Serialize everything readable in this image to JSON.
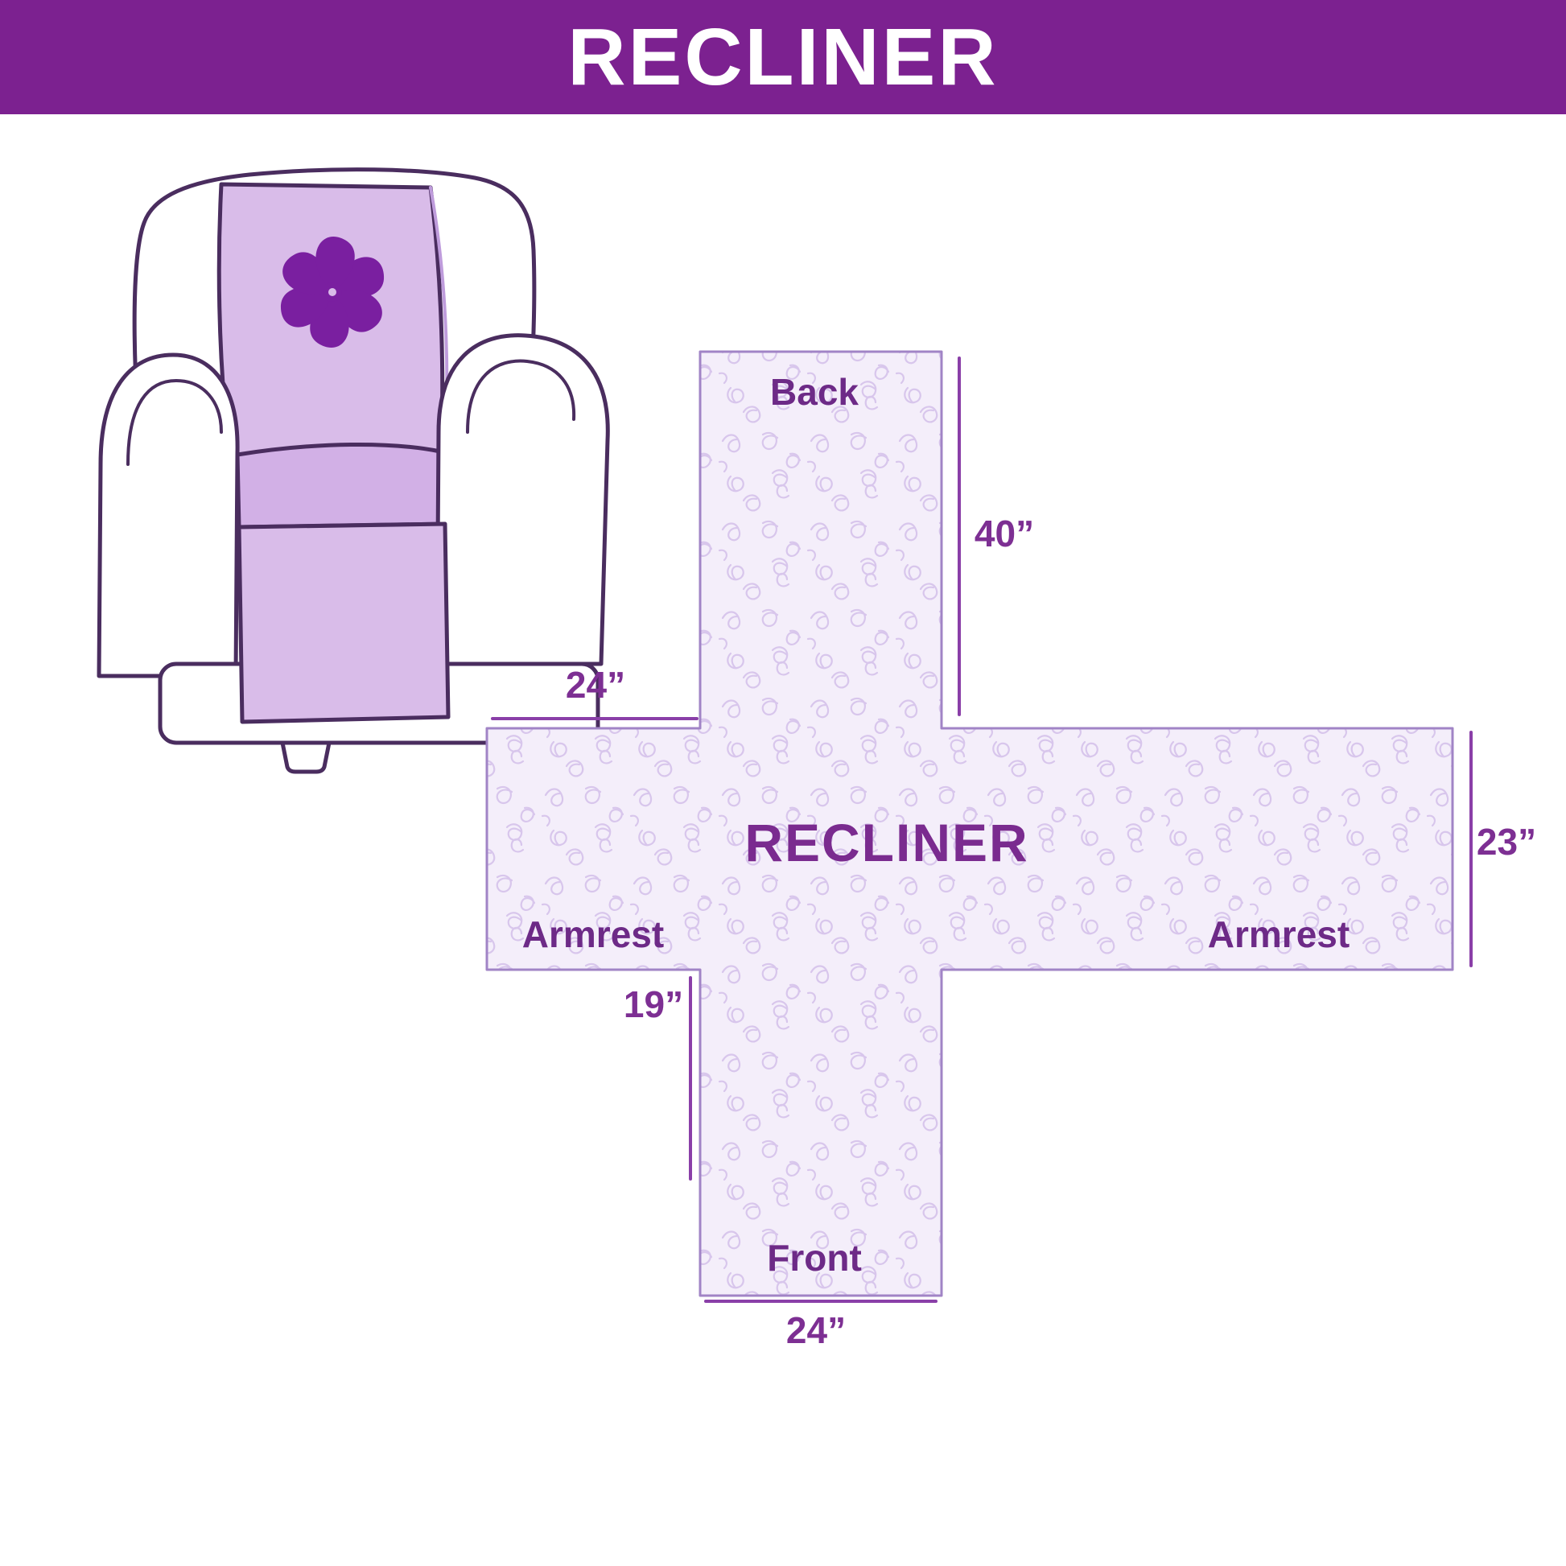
{
  "header": {
    "title": "RECLINER"
  },
  "chair_illustration": {
    "logo_icon": "pinwheel-icon",
    "cover_color": "#d9bce9",
    "seat_color": "#d2b0e6",
    "outline_color": "#4a2d5f",
    "logo_color": "#7a1fa0"
  },
  "diagram": {
    "center_label": "RECLINER",
    "sections": {
      "back": "Back",
      "front": "Front",
      "armrest_left": "Armrest",
      "armrest_right": "Armrest"
    },
    "dimensions": {
      "back_length": "40”",
      "back_width": "24”",
      "armrest_width": "23”",
      "front_length": "19”",
      "front_width": "24”"
    },
    "fill_color": "#f4eefa",
    "pattern_color": "#d8c6ec",
    "outline_color": "#a184c6",
    "dimension_line_color": "#8a3fa8",
    "label_color": "#7a2b8f"
  },
  "colors": {
    "header_bg": "#7c2190",
    "background": "#ffffff"
  }
}
